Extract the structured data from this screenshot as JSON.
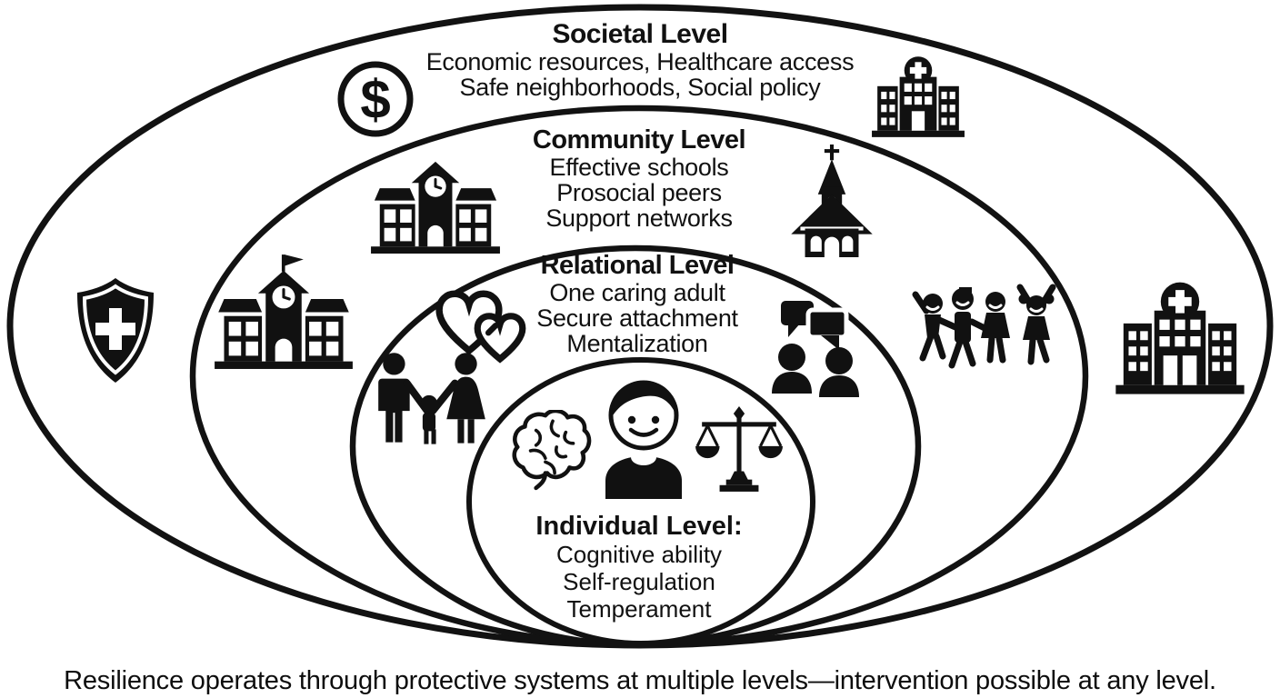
{
  "diagram": {
    "title_hint": "Nested ecological levels of resilience",
    "levels": [
      {
        "name": "Societal Level",
        "lines": [
          "Economic resources, Healthcare access",
          "Safe neighborhoods, Social policy"
        ]
      },
      {
        "name": "Community Level",
        "lines": [
          "Effective schools",
          "Prosocial peers",
          "Support networks"
        ]
      },
      {
        "name": "Relational Level",
        "lines": [
          "One caring adult",
          "Secure attachment",
          "Mentalization"
        ]
      },
      {
        "name": "Individual Level:",
        "lines": [
          "Cognitive ability",
          "Self-regulation",
          "Temperament"
        ]
      }
    ],
    "caption": "Resilience operates through protective systems at multiple levels—intervention possible at any level.",
    "icons": {
      "money_symbol": "$",
      "list": [
        "money-circle-icon",
        "hospital-icon",
        "shield-cross-icon",
        "school-flag-icon",
        "school-clock-icon",
        "church-icon",
        "hearts-icon",
        "family-icon",
        "conversation-icon",
        "children-group-icon",
        "hospital-large-icon",
        "brain-icon",
        "child-figure-icon",
        "scales-icon"
      ]
    },
    "colors": {
      "ink": "#111111",
      "background": "#ffffff"
    }
  }
}
